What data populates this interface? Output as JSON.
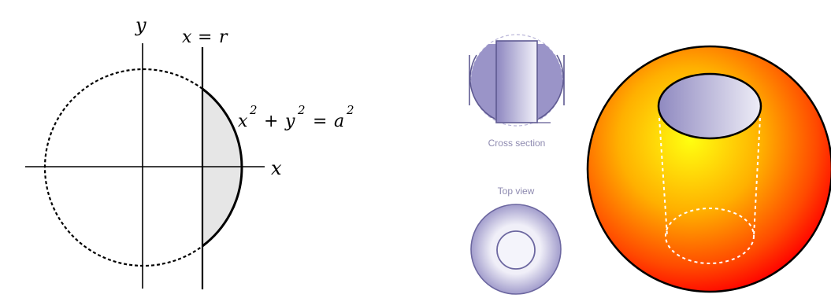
{
  "left_diagram": {
    "axis_x_label": "x",
    "axis_y_label": "y",
    "line_label": {
      "var": "x",
      "eq": "=",
      "value": "r"
    },
    "circle_equation": {
      "x": "x",
      "x_exp": "2",
      "plus": "+",
      "y": "y",
      "y_exp": "2",
      "eq": "=",
      "a": "a",
      "a_exp": "2"
    }
  },
  "right_diagram": {
    "cross_section_caption": "Cross section",
    "top_view_caption": "Top view"
  },
  "colors": {
    "line": "#000000",
    "shaded_region": "#e6e6e6",
    "purple_dark": "#9a94c8",
    "purple_light": "#f1f0f8",
    "purple_stroke": "#5f5a92",
    "sphere_center": "#ffff00",
    "sphere_mid": "#ff9a00",
    "sphere_edge": "#ff0000",
    "caption": "#8e8ab0"
  }
}
